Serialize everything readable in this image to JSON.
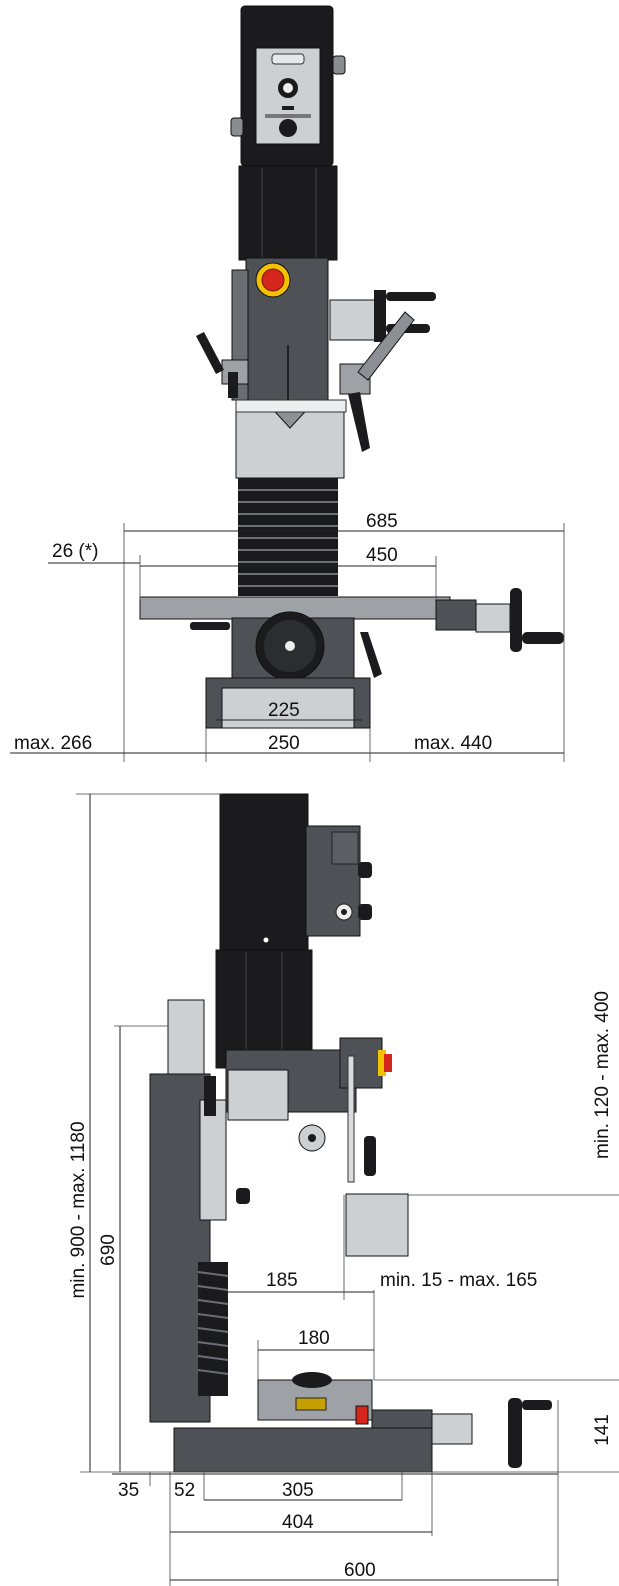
{
  "front_view": {
    "dims": {
      "overall_width": "685",
      "note_offset": "26 (*)",
      "table_length": "450",
      "slot_length": "225",
      "base_width": "250",
      "left_travel": "max. 266",
      "right_travel": "max. 440"
    }
  },
  "side_view": {
    "dims": {
      "total_height": "min. 900 - max. 1180",
      "column_height": "690",
      "spindle_range": "min. 120 - max. 400",
      "throat": "185",
      "quill_range": "min. 15 - max. 165",
      "table_width": "180",
      "table_height": "141",
      "foot_offset": "35",
      "column_offset": "52",
      "base_mount": "305",
      "base_depth": "404",
      "overall_depth": "600"
    }
  },
  "colors": {
    "housing_dark": "#1b1b1d",
    "housing_gray": "#4e5257",
    "guard_light": "#cdd0d3",
    "emergency_stop": "#d4261c",
    "emergency_ring": "#f2c200"
  }
}
